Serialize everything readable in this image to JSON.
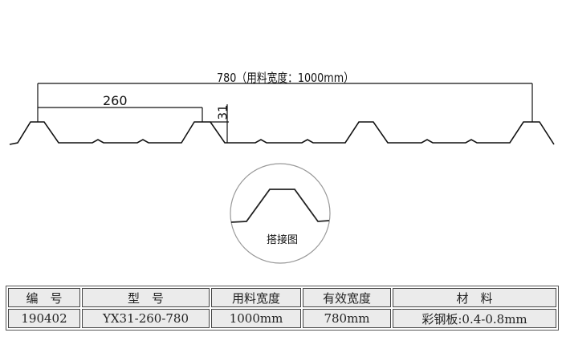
{
  "drawing": {
    "overall_dimension": "780（用料宽度：1000mm）",
    "pitch_dimension": "260",
    "height_dimension": "31",
    "detail_label": "搭接图"
  },
  "table": {
    "headers": [
      "编　号",
      "型　号",
      "用料宽度",
      "有效宽度",
      "材　料"
    ],
    "row": [
      "190402",
      "YX31-260-780",
      "1000mm",
      "780mm",
      "彩钢板:0.4-0.8mm"
    ]
  }
}
